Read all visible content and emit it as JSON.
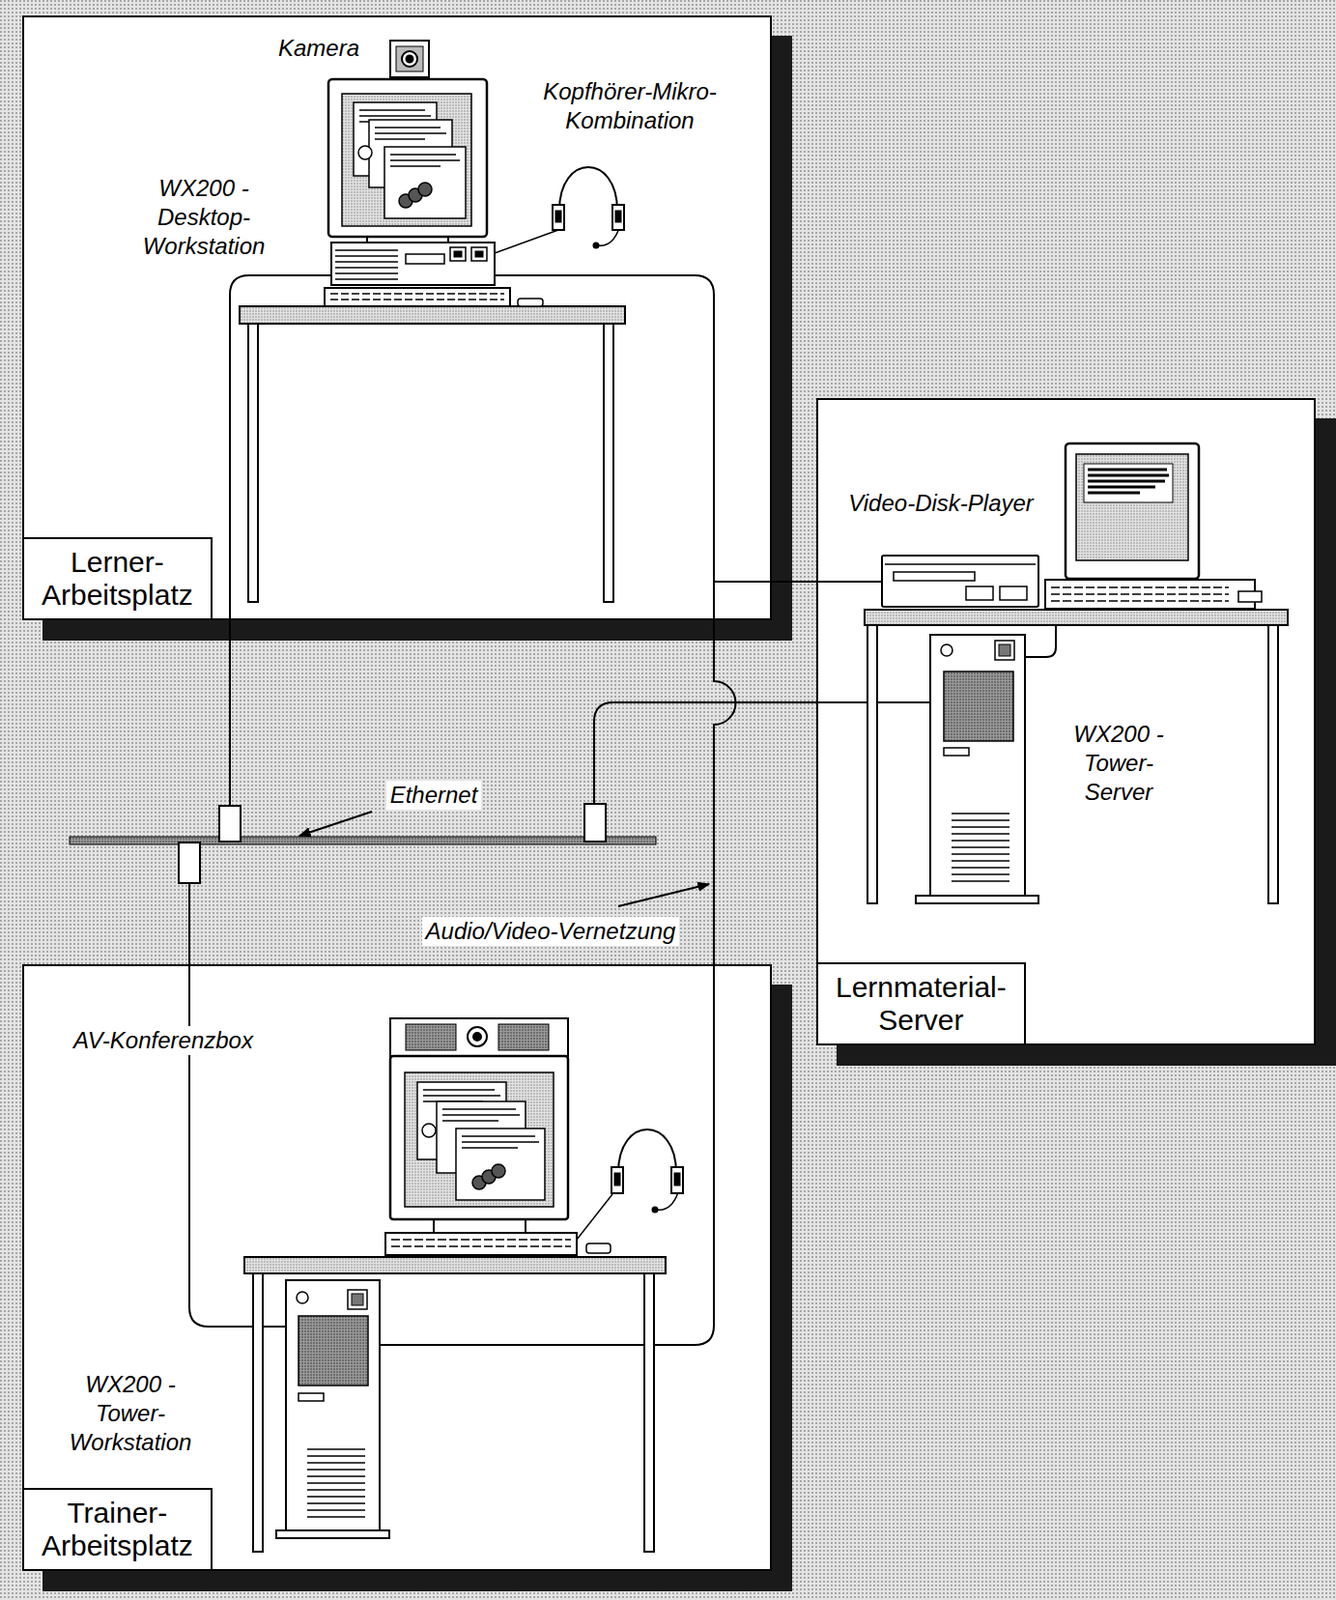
{
  "diagram": {
    "nodes": [
      {
        "text": [
          "Lerner- Arbeitsplatz"
        ]
      },
      {
        "text": [
          "Lernmaterial- Server"
        ]
      },
      {
        "text": [
          "Trainer- Arbeitsplatz"
        ]
      }
    ],
    "labels": [
      "Kamera",
      "Kopfhörer-Mikro- Kombination",
      "WX200 - Desktop- Workstation",
      "Video-Disk-Player",
      "WX200 - Tower- Server",
      "Ethernet",
      "Audio/Video-Vernetzung",
      "AV-Konferenzbox",
      "WX200 - Tower- Workstation"
    ]
  }
}
